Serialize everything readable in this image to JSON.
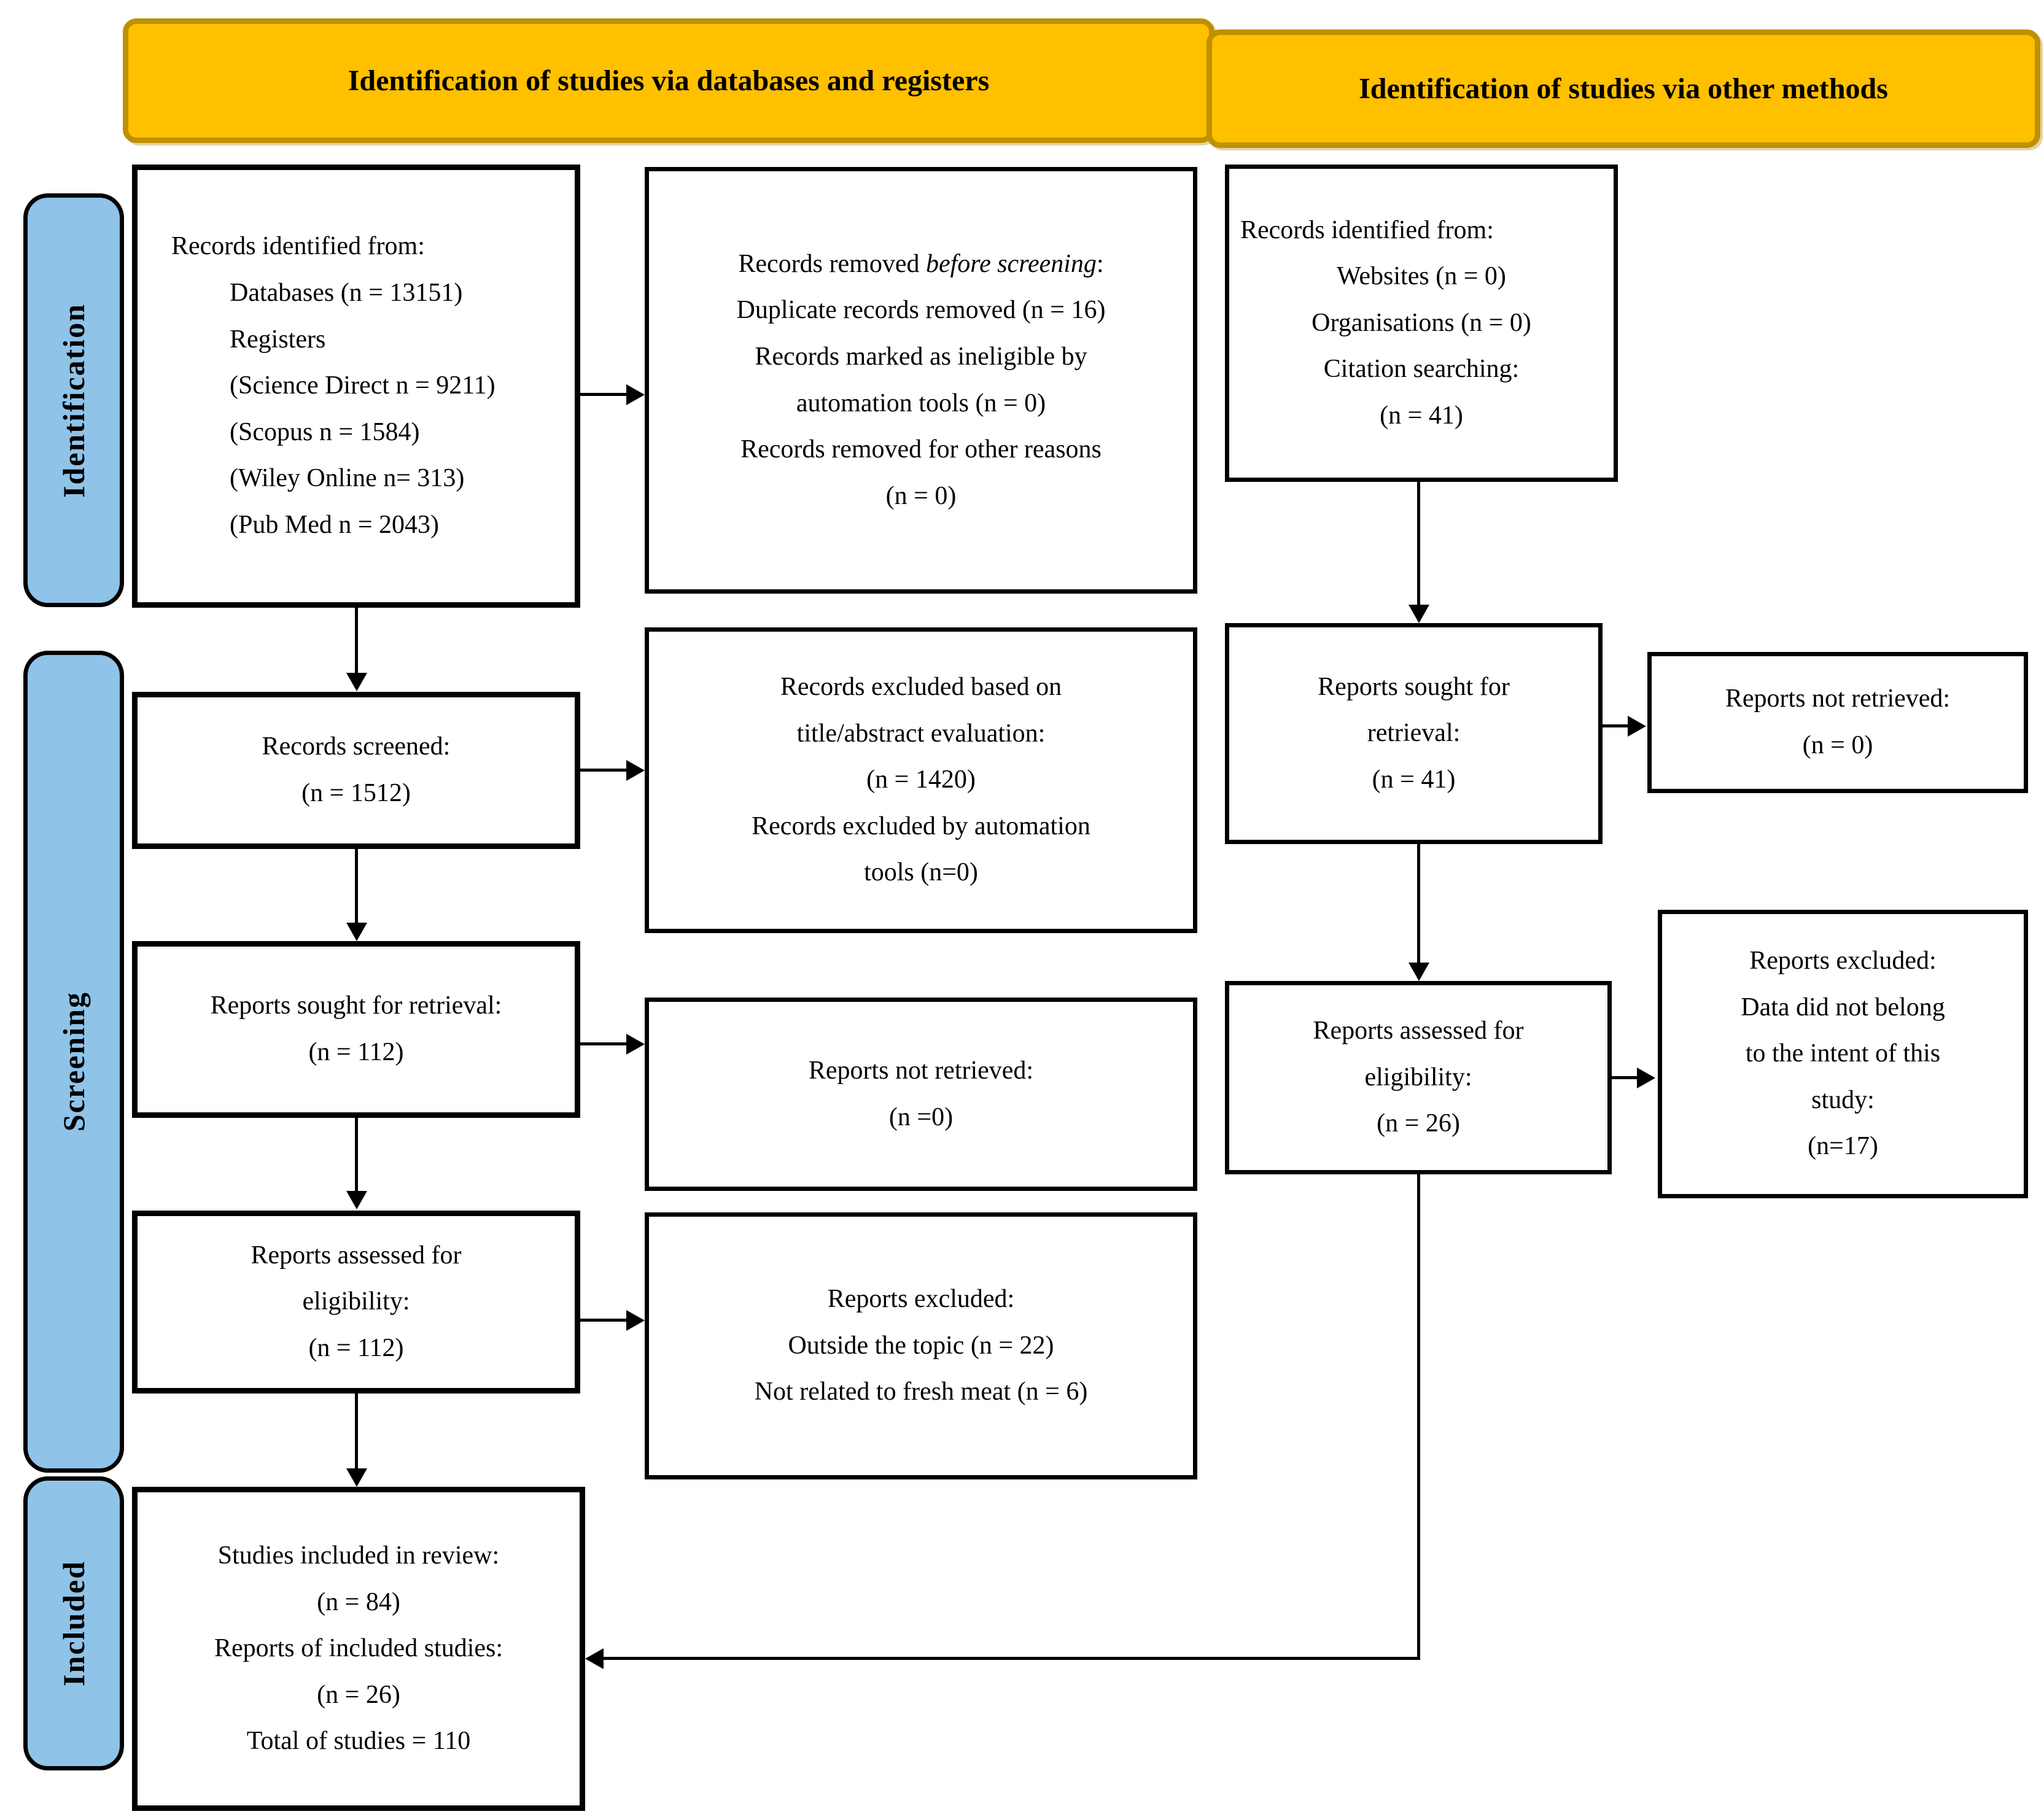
{
  "colors": {
    "header_fill": "#FFC000",
    "header_border": "#BF9000",
    "label_fill": "#8FC3E8"
  },
  "headers": {
    "left": "Identification of studies via databases and registers",
    "right": "Identification of studies via other methods"
  },
  "side_labels": {
    "identification": "Identification",
    "screening": "Screening",
    "included": "Included"
  },
  "boxes": {
    "records_identified_databases": {
      "title": "Records identified from:",
      "lines": [
        "Databases (n = 13151)",
        "Registers",
        "(Science Direct n = 9211)",
        "(Scopus n = 1584)",
        "(Wiley Online n= 313)",
        "(Pub Med n = 2043)"
      ]
    },
    "records_removed_before_screening": {
      "line1_prefix": "Records removed ",
      "line1_italic": "before screening",
      "line1_suffix": ":",
      "lines": [
        "Duplicate records removed (n = 16)",
        "Records marked as ineligible by",
        "automation tools (n = 0)",
        "Records removed for other reasons",
        "(n = 0)"
      ]
    },
    "records_identified_other": {
      "title": "Records identified from:",
      "lines": [
        "Websites (n = 0)",
        "Organisations (n = 0)",
        "Citation searching:",
        "(n = 41)"
      ]
    },
    "records_screened": {
      "lines": [
        "Records screened:",
        "(n = 1512)"
      ]
    },
    "records_excluded_title_abstract": {
      "lines": [
        "Records excluded based on",
        "title/abstract evaluation:",
        "(n = 1420)",
        "Records excluded by automation",
        "tools (n=0)"
      ]
    },
    "reports_sought_databases": {
      "lines": [
        "Reports sought for retrieval:",
        "(n = 112)"
      ]
    },
    "reports_not_retrieved_databases": {
      "lines": [
        "Reports not retrieved:",
        "(n =0)"
      ]
    },
    "reports_sought_other": {
      "lines": [
        "Reports sought for",
        "retrieval:",
        "(n = 41)"
      ]
    },
    "reports_not_retrieved_other": {
      "lines": [
        "Reports not retrieved:",
        "(n = 0)"
      ]
    },
    "reports_assessed_databases": {
      "lines": [
        "Reports assessed for",
        "eligibility:",
        "(n = 112)"
      ]
    },
    "reports_excluded_databases": {
      "lines": [
        "Reports excluded:",
        "Outside the topic (n = 22)",
        "Not related to fresh meat (n = 6)"
      ]
    },
    "reports_assessed_other": {
      "lines": [
        "Reports assessed for",
        "eligibility:",
        "(n = 26)"
      ]
    },
    "reports_excluded_other": {
      "lines": [
        "Reports excluded:",
        "Data did not belong",
        "to the intent of this",
        "study:",
        "(n=17)"
      ]
    },
    "studies_included": {
      "lines": [
        "Studies included in review:",
        "(n = 84)",
        "Reports of included studies:",
        "(n = 26)",
        "Total of studies = 110"
      ]
    }
  }
}
